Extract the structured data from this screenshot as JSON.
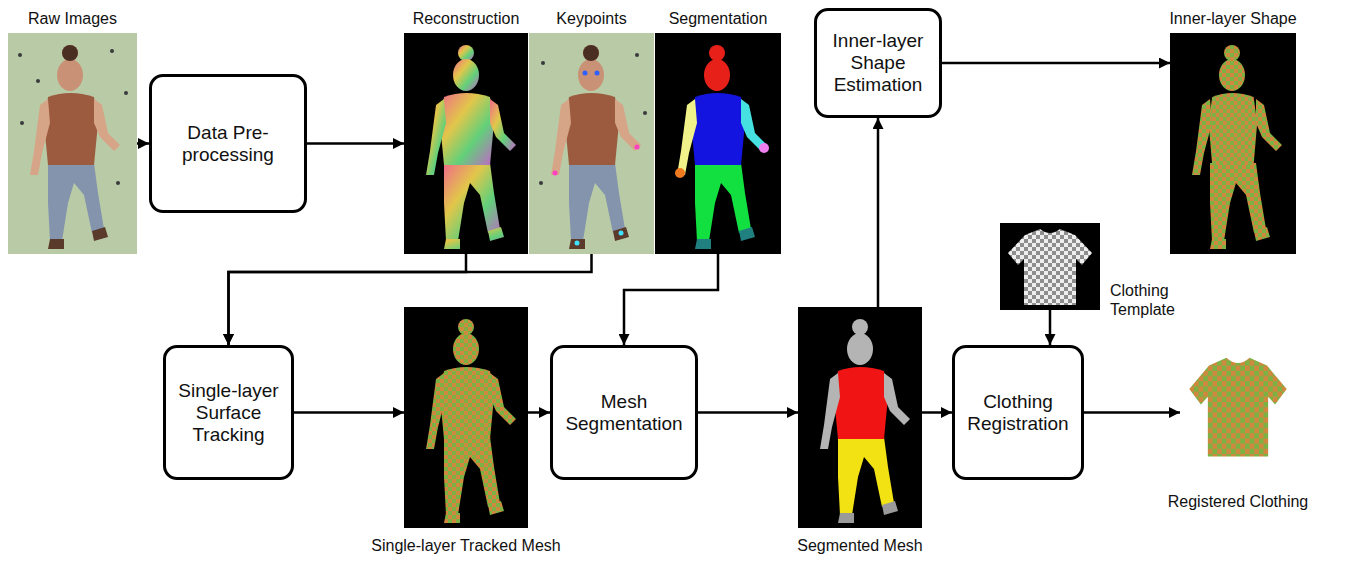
{
  "diagram": {
    "nodes": [
      {
        "text": [
          "Raw Images"
        ]
      },
      {
        "text": [
          "Data Pre-processing"
        ]
      },
      {
        "text": [
          "Reconstruction"
        ]
      },
      {
        "text": [
          "Keypoints"
        ]
      },
      {
        "text": [
          "Segmentation"
        ]
      },
      {
        "text": [
          "Inner-layer Shape Estimation"
        ]
      },
      {
        "text": [
          "Inner-layer Shape"
        ]
      },
      {
        "text": [
          "Clothing Template"
        ]
      },
      {
        "text": [
          "Single-layer Surface Tracking"
        ]
      },
      {
        "text": [
          "Single-layer Tracked Mesh"
        ]
      },
      {
        "text": [
          "Mesh Segmentation"
        ]
      },
      {
        "text": [
          "Segmented Mesh"
        ]
      },
      {
        "text": [
          "Clothing Registration"
        ]
      },
      {
        "text": [
          "Registered Clothing"
        ]
      }
    ],
    "edges": [
      {
        "from": 0,
        "to": 1,
        "arrow": "to"
      },
      {
        "from": 1,
        "to": 2,
        "arrow": "to"
      },
      {
        "from": 2,
        "to": 8,
        "arrow": "to"
      },
      {
        "from": 3,
        "to": 8,
        "arrow": "to"
      },
      {
        "from": 4,
        "to": 10,
        "arrow": "to"
      },
      {
        "from": 8,
        "to": 9,
        "arrow": "to"
      },
      {
        "from": 9,
        "to": 10,
        "arrow": "to"
      },
      {
        "from": 10,
        "to": 11,
        "arrow": "to"
      },
      {
        "from": 11,
        "to": 12,
        "arrow": "to"
      },
      {
        "from": 11,
        "to": 5,
        "arrow": "to"
      },
      {
        "from": 5,
        "to": 6,
        "arrow": "to"
      },
      {
        "from": 7,
        "to": 12,
        "arrow": "to"
      },
      {
        "from": 12,
        "to": 13,
        "arrow": "to"
      }
    ]
  }
}
